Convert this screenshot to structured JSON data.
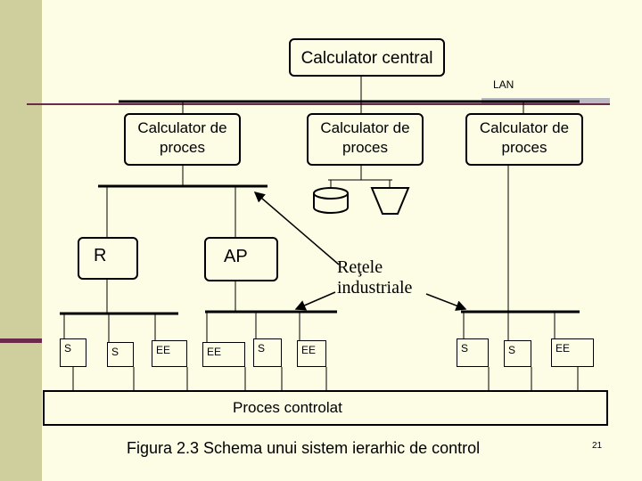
{
  "slide": {
    "central": "Calculator central",
    "lan": "LAN",
    "proc1_line1": "Calculator de",
    "proc1_line2": "proces",
    "proc2_line1": "Calculator de",
    "proc2_line2": "proces",
    "proc3_line1": "Calculator de",
    "proc3_line2": "proces",
    "r": "R",
    "ap": "AP",
    "retele_line1": "Reţele",
    "retele_line2": "industriale",
    "proces_controlat": "Proces controlat",
    "caption": "Figura 2.3 Schema unui sistem ierarhic de control",
    "page_number": "21",
    "devices": [
      "S",
      "S",
      "EE",
      "EE",
      "S",
      "EE",
      "S",
      "S",
      "EE"
    ]
  }
}
